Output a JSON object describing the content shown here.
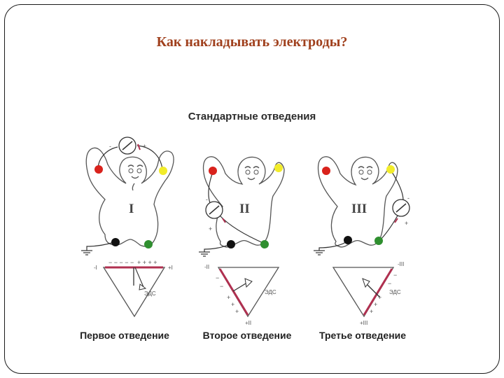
{
  "title": "Как накладывать электроды?",
  "heading": "Стандартные отведения",
  "leads": [
    {
      "roman": "I",
      "caption": "Первое отведение",
      "pos_label": "+I",
      "neg_label": "-I",
      "emf_label": "ЭДС"
    },
    {
      "roman": "II",
      "caption": "Второе отведение",
      "pos_label": "+II",
      "neg_label": "-II",
      "emf_label": "ЭДС"
    },
    {
      "roman": "III",
      "caption": "Третье отведение",
      "pos_label": "+III",
      "neg_label": "-III",
      "emf_label": "ЭДС"
    }
  ],
  "electrode_colors": {
    "red": "#d9221c",
    "yellow": "#f2ec2a",
    "green": "#2f8f2f",
    "black": "#111111"
  },
  "lead_line_color": "#b03050"
}
